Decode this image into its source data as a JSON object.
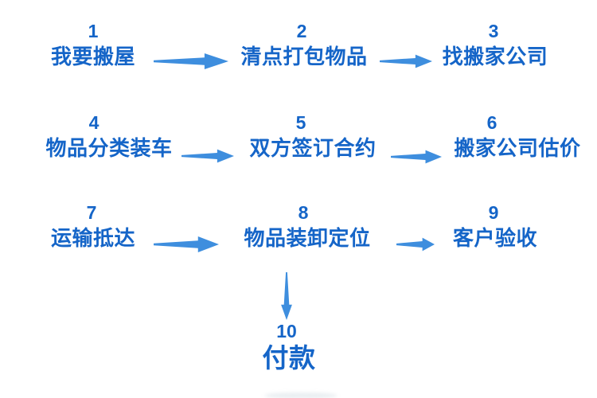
{
  "diagram": {
    "type": "flowchart",
    "topic": "home-moving process",
    "colors": {
      "text_blue": "#1565c8",
      "arrow_blue": "#3e8ede",
      "background": "#ffffff"
    },
    "steps": [
      {
        "number": "1",
        "label": "我要搬屋"
      },
      {
        "number": "2",
        "label": "清点打包物品"
      },
      {
        "number": "3",
        "label": "找搬家公司"
      },
      {
        "number": "4",
        "label": "物品分类装车"
      },
      {
        "number": "5",
        "label": "双方签订合约"
      },
      {
        "number": "6",
        "label": "搬家公司估价"
      },
      {
        "number": "7",
        "label": "运输抵达"
      },
      {
        "number": "8",
        "label": "物品装卸定位"
      },
      {
        "number": "9",
        "label": "客户验收"
      },
      {
        "number": "10",
        "label": "付款"
      }
    ],
    "connections": [
      {
        "from": "1",
        "to": "2",
        "direction": "right"
      },
      {
        "from": "2",
        "to": "3",
        "direction": "right"
      },
      {
        "from": "4",
        "to": "5",
        "direction": "right"
      },
      {
        "from": "5",
        "to": "6",
        "direction": "right"
      },
      {
        "from": "7",
        "to": "8",
        "direction": "right"
      },
      {
        "from": "8",
        "to": "9",
        "direction": "right"
      },
      {
        "from": "8",
        "to": "10",
        "direction": "down"
      }
    ]
  }
}
